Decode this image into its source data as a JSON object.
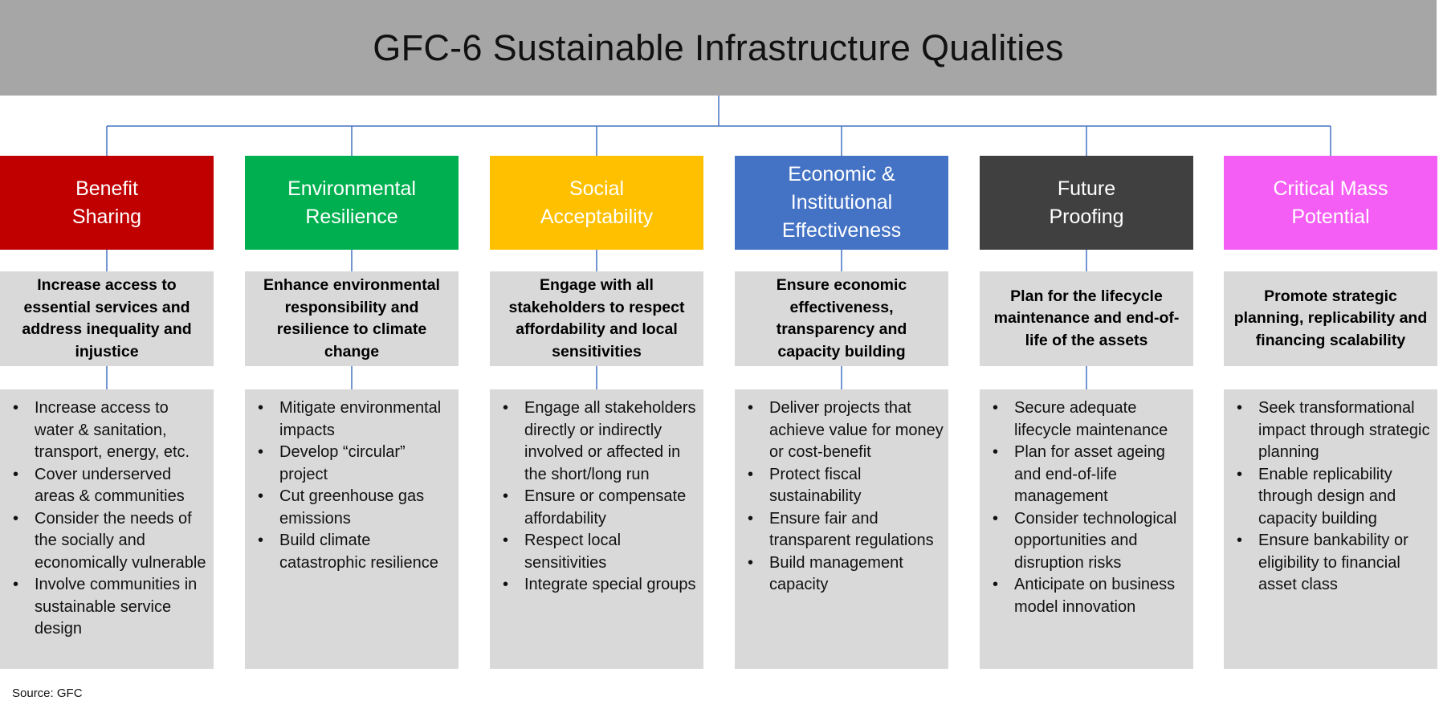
{
  "title": "GFC-6 Sustainable Infrastructure Qualities",
  "source": "Source: GFC",
  "colors": {
    "header_bg": "#a6a6a6",
    "connector": "#4472c4",
    "panel_bg": "#d9d9d9"
  },
  "qualities": [
    {
      "heading": [
        "Benefit",
        "Sharing"
      ],
      "color": "#c00000",
      "aim": "Increase access to essential services and address inequality and injustice",
      "points": [
        "Increase access to water & sanitation, transport, energy, etc.",
        "Cover underserved areas & communities",
        "Consider the needs of the socially and economically vulnerable",
        "Involve communities in sustainable service design"
      ]
    },
    {
      "heading": [
        "Environmental",
        "Resilience"
      ],
      "color": "#00b050",
      "aim": "Enhance environmental responsibility and resilience to climate change",
      "points": [
        "Mitigate environmental impacts",
        "Develop “circular” project",
        "Cut greenhouse gas emissions",
        "Build climate catastrophic resilience"
      ]
    },
    {
      "heading": [
        "Social",
        "Acceptability"
      ],
      "color": "#ffc000",
      "aim": "Engage with all stakeholders to respect affordability and local sensitivities",
      "points": [
        "Engage all stakeholders directly or indirectly involved or affected in the short/long run",
        "Ensure or compensate affordability",
        "Respect local sensitivities",
        "Integrate special groups"
      ]
    },
    {
      "heading": [
        "Economic &",
        "Institutional",
        "Effectiveness"
      ],
      "color": "#4472c4",
      "aim": "Ensure economic effectiveness, transparency and capacity building",
      "points": [
        "Deliver projects that achieve value for money or cost-benefit",
        "Protect fiscal sustainability",
        "Ensure fair and transparent regulations",
        "Build management capacity"
      ]
    },
    {
      "heading": [
        "Future",
        "Proofing"
      ],
      "color": "#404040",
      "aim": "Plan for the lifecycle maintenance and end-of-life of the assets",
      "points": [
        "Secure adequate lifecycle maintenance",
        "Plan for asset ageing and end-of-life management",
        "Consider technological opportunities and disruption risks",
        "Anticipate on business model innovation"
      ]
    },
    {
      "heading": [
        "Critical Mass",
        "Potential"
      ],
      "color": "#f45ef4",
      "aim": "Promote strategic planning, replicability and financing scalability",
      "points": [
        "Seek transformational impact through strategic planning",
        "Enable replicability through design and capacity building",
        "Ensure bankability or eligibility to financial asset class"
      ]
    }
  ]
}
